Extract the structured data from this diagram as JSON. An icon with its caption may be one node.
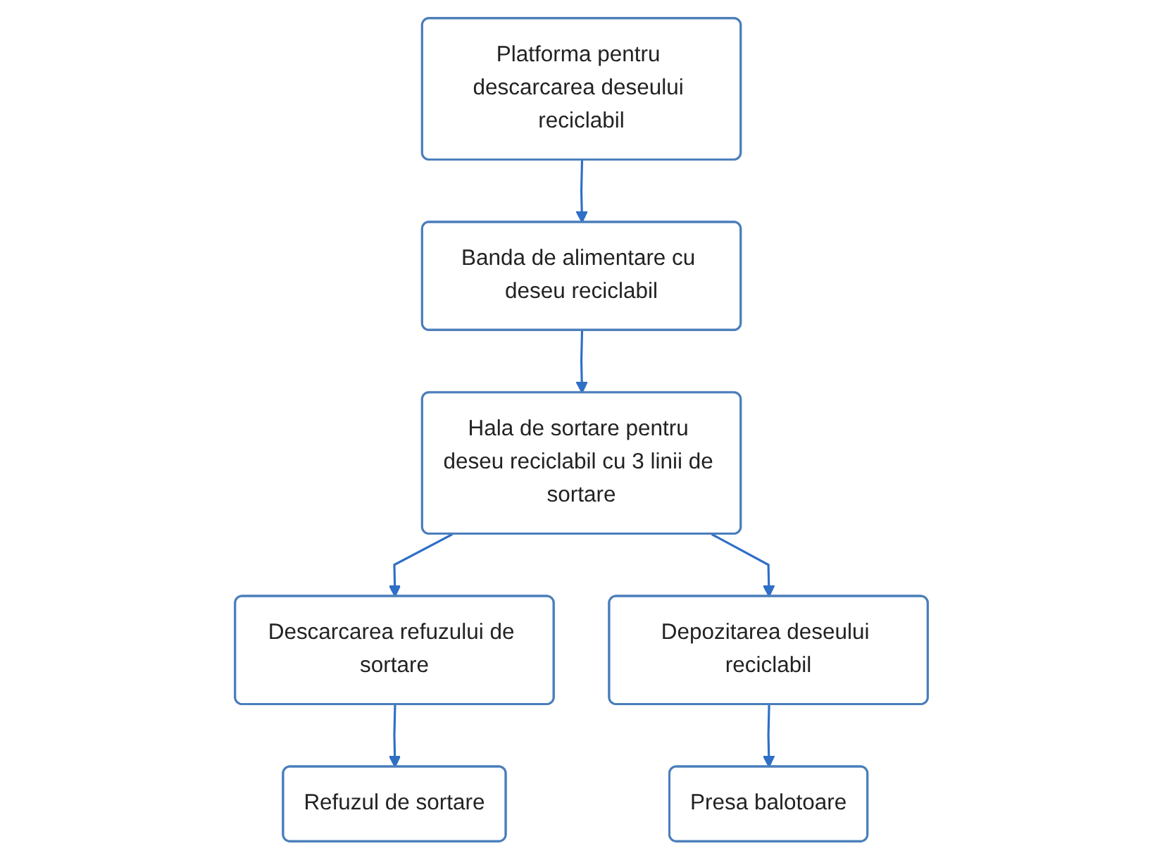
{
  "diagram": {
    "nodes": [
      {
        "text": [
          "Platforma pentru descarcarea deseului reciclabil"
        ]
      },
      {
        "text": [
          "Banda de alimentare cu deseu reciclabil"
        ]
      },
      {
        "text": [
          "Hala de sortare pentru deseu reciclabil cu 3 linii de sortare"
        ]
      },
      {
        "text": [
          "Refuzul de sortare"
        ]
      },
      {
        "text": [
          "Descarcarea refuzului de sortare"
        ]
      },
      {
        "text": [
          "Depozitarea deseului reciclabil"
        ]
      },
      {
        "text": [
          "Presa balotoare"
        ]
      }
    ],
    "edges": [
      {
        "from": 0,
        "to": 1,
        "arrow": "to"
      },
      {
        "from": 1,
        "to": 2,
        "arrow": "to"
      },
      {
        "from": 2,
        "to": 4,
        "arrow": "to"
      },
      {
        "from": 2,
        "to": 5,
        "arrow": "to"
      },
      {
        "from": 4,
        "to": 3,
        "arrow": "to"
      },
      {
        "from": 5,
        "to": 6,
        "arrow": "to"
      }
    ]
  }
}
